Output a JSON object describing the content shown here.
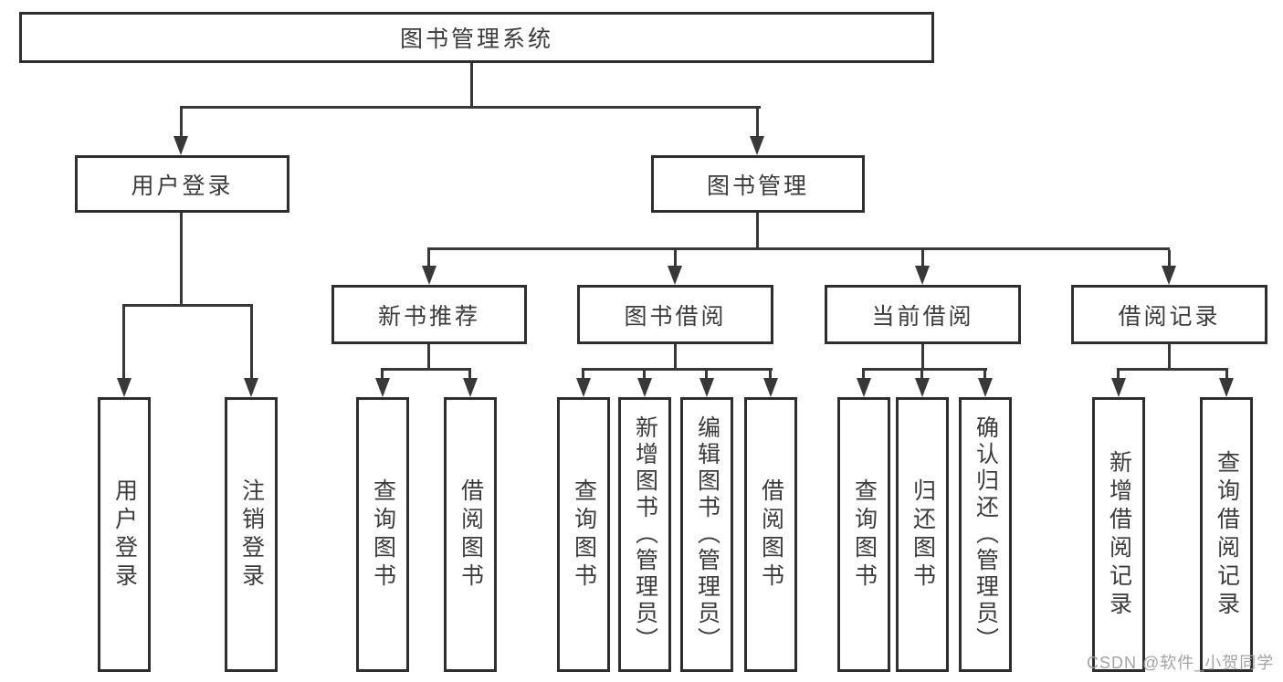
{
  "diagram": {
    "type": "hierarchy",
    "root": {
      "label": "图书管理系统",
      "children": [
        {
          "label": "用户登录",
          "children": [
            {
              "label": "用户登录"
            },
            {
              "label": "注销登录"
            }
          ]
        },
        {
          "label": "图书管理",
          "children": [
            {
              "label": "新书推荐",
              "children": [
                {
                  "label": "查询图书"
                },
                {
                  "label": "借阅图书"
                }
              ]
            },
            {
              "label": "图书借阅",
              "children": [
                {
                  "label": "查询图书"
                },
                {
                  "label": "新增图书（管理员）"
                },
                {
                  "label": "编辑图书（管理员）"
                },
                {
                  "label": "借阅图书"
                }
              ]
            },
            {
              "label": "当前借阅",
              "children": [
                {
                  "label": "查询图书"
                },
                {
                  "label": "归还图书"
                },
                {
                  "label": "确认归还（管理员）"
                }
              ]
            },
            {
              "label": "借阅记录",
              "children": [
                {
                  "label": "新增借阅记录"
                },
                {
                  "label": "查询借阅记录"
                }
              ]
            }
          ]
        }
      ]
    }
  },
  "watermark": {
    "text": "CSDN @软件_小贺同学"
  },
  "colors": {
    "line": "#383838",
    "border": "#2e2e2e",
    "text": "#3b3b3b",
    "background": "#ffffff",
    "watermark": "#a3a3a3"
  }
}
